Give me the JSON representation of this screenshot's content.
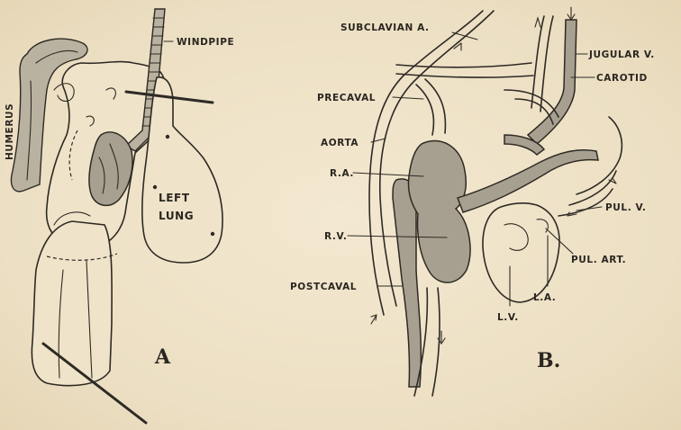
{
  "figure_a": {
    "panel_label": "A",
    "labels": {
      "windpipe": "WINDPIPE",
      "humerus": "HUMERUS",
      "left_lung_line1": "LEFT",
      "left_lung_line2": "LUNG"
    }
  },
  "figure_b": {
    "panel_label": "B.",
    "labels": {
      "subclavian": "SUBCLAVIAN A.",
      "jugular": "JUGULAR V.",
      "carotid": "CAROTID",
      "precaval": "PRECAVAL",
      "aorta": "AORTA",
      "ra": "R.A.",
      "rv": "R.V.",
      "postcaval": "POSTCAVAL",
      "pulv": "PUL. V.",
      "pulart": "PUL. ART.",
      "la": "L.A.",
      "lv": "L.V."
    }
  },
  "colors": {
    "paper": "#efe3c9",
    "ink": "#2e2a24",
    "shade": "#a7a090"
  }
}
